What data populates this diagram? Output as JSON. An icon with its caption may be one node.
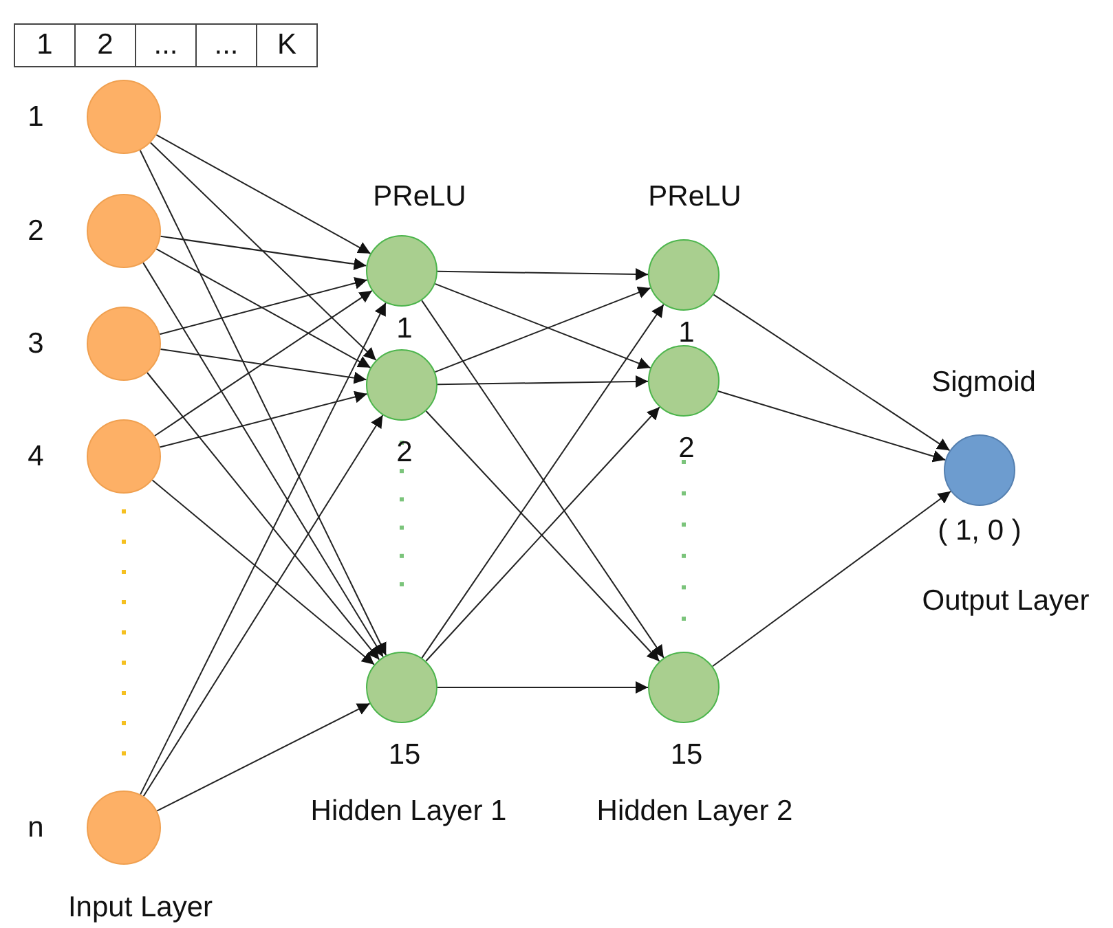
{
  "diagram": {
    "nodes": [
      {
        "text": [],
        "shape": "circle",
        "beside": [
          "1"
        ]
      },
      {
        "text": [],
        "shape": "circle",
        "beside": [
          "2"
        ]
      },
      {
        "text": [],
        "shape": "circle",
        "beside": [
          "3"
        ]
      },
      {
        "text": [],
        "shape": "circle",
        "beside": [
          "4"
        ]
      },
      {
        "text": [],
        "shape": "circle",
        "beside": [
          "n"
        ]
      },
      {
        "text": [],
        "shape": "circle",
        "beside": [
          "1"
        ]
      },
      {
        "text": [],
        "shape": "circle",
        "beside": [
          "2"
        ]
      },
      {
        "text": [],
        "shape": "circle",
        "beside": [
          "15"
        ]
      },
      {
        "text": [],
        "shape": "circle",
        "beside": [
          "1"
        ]
      },
      {
        "text": [],
        "shape": "circle",
        "beside": [
          "2"
        ]
      },
      {
        "text": [],
        "shape": "circle",
        "beside": [
          "15"
        ]
      },
      {
        "text": [],
        "shape": "circle",
        "beside": [
          "Sigmoid",
          "( 1, 0 )"
        ]
      }
    ],
    "edges": [
      {
        "from": 0,
        "to": 5,
        "arrow": "to"
      },
      {
        "from": 0,
        "to": 6,
        "arrow": "to"
      },
      {
        "from": 0,
        "to": 7,
        "arrow": "to"
      },
      {
        "from": 1,
        "to": 5,
        "arrow": "to"
      },
      {
        "from": 1,
        "to": 6,
        "arrow": "to"
      },
      {
        "from": 1,
        "to": 7,
        "arrow": "to"
      },
      {
        "from": 2,
        "to": 5,
        "arrow": "to"
      },
      {
        "from": 2,
        "to": 6,
        "arrow": "to"
      },
      {
        "from": 2,
        "to": 7,
        "arrow": "to"
      },
      {
        "from": 3,
        "to": 5,
        "arrow": "to"
      },
      {
        "from": 3,
        "to": 6,
        "arrow": "to"
      },
      {
        "from": 3,
        "to": 7,
        "arrow": "to"
      },
      {
        "from": 4,
        "to": 5,
        "arrow": "to"
      },
      {
        "from": 4,
        "to": 6,
        "arrow": "to"
      },
      {
        "from": 4,
        "to": 7,
        "arrow": "to"
      },
      {
        "from": 5,
        "to": 8,
        "arrow": "to"
      },
      {
        "from": 5,
        "to": 9,
        "arrow": "to"
      },
      {
        "from": 5,
        "to": 10,
        "arrow": "to"
      },
      {
        "from": 6,
        "to": 8,
        "arrow": "to"
      },
      {
        "from": 6,
        "to": 9,
        "arrow": "to"
      },
      {
        "from": 6,
        "to": 10,
        "arrow": "to"
      },
      {
        "from": 7,
        "to": 8,
        "arrow": "to"
      },
      {
        "from": 7,
        "to": 9,
        "arrow": "to"
      },
      {
        "from": 7,
        "to": 10,
        "arrow": "to"
      },
      {
        "from": 8,
        "to": 11,
        "arrow": "to"
      },
      {
        "from": 9,
        "to": 11,
        "arrow": "to"
      },
      {
        "from": 10,
        "to": 11,
        "arrow": "to"
      }
    ],
    "labels": [
      "1",
      "2",
      "...",
      "...",
      "K",
      "PReLU",
      "PReLU",
      "Hidden Layer 1",
      "Hidden Layer 2",
      "Output Layer",
      "Input Layer"
    ]
  }
}
